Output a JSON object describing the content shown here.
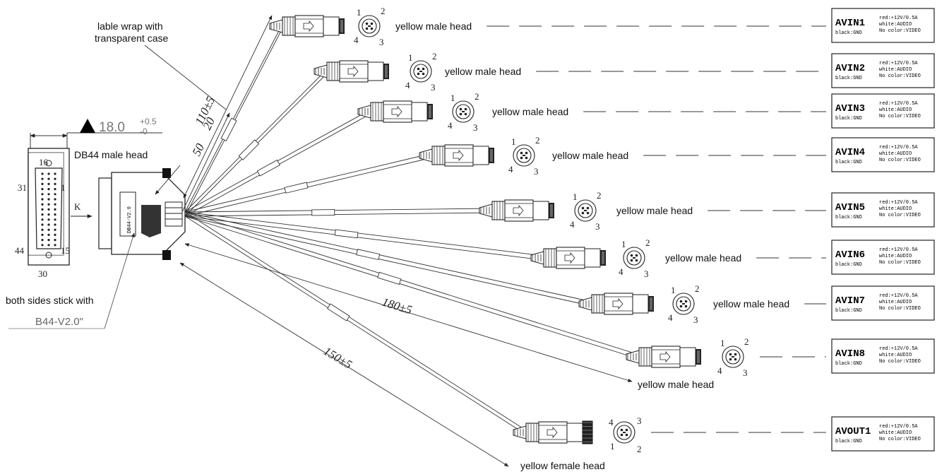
{
  "connector": {
    "name": "DB44 male head",
    "body_text": "DB44-V2.0",
    "pins": {
      "top": "16",
      "left": "31",
      "right": "1",
      "bottom_left": "44",
      "bottom_right": "15",
      "bottom": "30"
    },
    "view_mark": "K",
    "width": {
      "value": "18.0",
      "upper": "+0.5",
      "lower": "-0"
    }
  },
  "notes": {
    "label_wrap_line1": "lable wrap with",
    "label_wrap_line2": "transparent case",
    "stick_line1": "both sides stick with",
    "stick_line2": "B44-V2.0\""
  },
  "dimensions": {
    "d110": "110±5",
    "d20": "20",
    "d50": "50",
    "d180": "180±5",
    "d150": "150±5"
  },
  "pin_numbers": {
    "p1": "1",
    "p2": "2",
    "p3": "3",
    "p4": "4"
  },
  "legend": {
    "red": "red:+12V/0.5A",
    "white": "white:AUDIO",
    "black": "black:GND",
    "nocolor": "No color:VIDEO"
  },
  "cables": [
    {
      "label": "AVIN1",
      "head": "yellow male head"
    },
    {
      "label": "AVIN2",
      "head": "yellow male head"
    },
    {
      "label": "AVIN3",
      "head": "yellow male head"
    },
    {
      "label": "AVIN4",
      "head": "yellow male head"
    },
    {
      "label": "AVIN5",
      "head": "yellow male head"
    },
    {
      "label": "AVIN6",
      "head": "yellow male head"
    },
    {
      "label": "AVIN7",
      "head": "yellow male head"
    },
    {
      "label": "AVIN8",
      "head": "yellow male head"
    },
    {
      "label": "AVOUT1",
      "head": "yellow female head"
    }
  ]
}
